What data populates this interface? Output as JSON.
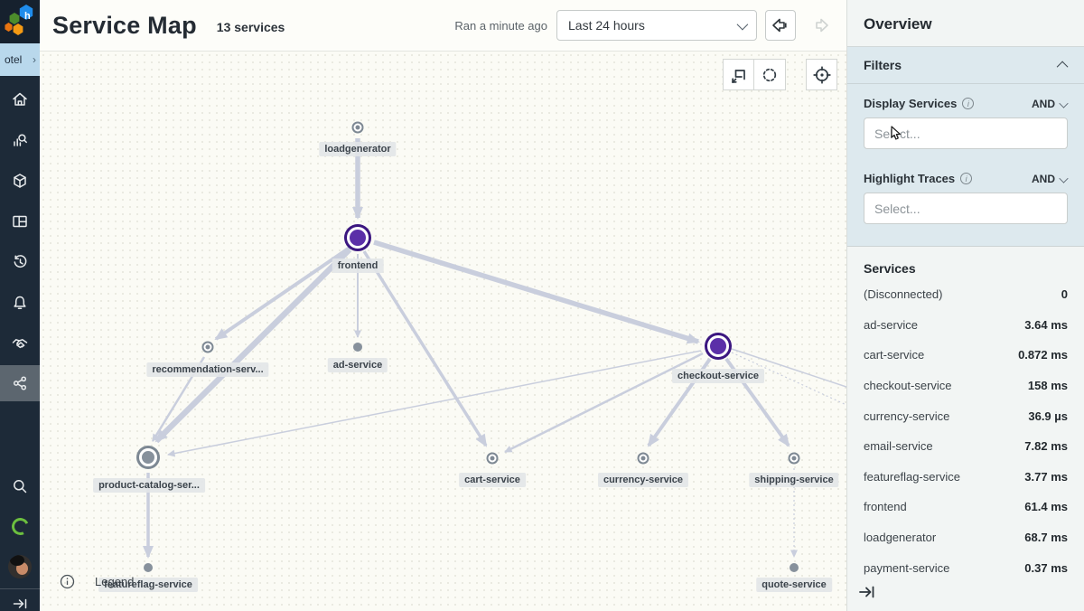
{
  "header": {
    "title": "Service Map",
    "services_count": "13 services",
    "ran_text": "Ran a minute ago",
    "time_range": "Last 24 hours"
  },
  "sidebar": {
    "team": "otel",
    "icons": [
      "home-icon",
      "query-icon",
      "packages-icon",
      "boards-icon",
      "history-icon",
      "alerts-icon",
      "teams-icon",
      "service-map-icon",
      "search-icon",
      "status-ring-icon",
      "avatar",
      "collapse-icon"
    ]
  },
  "map_toolbar": {
    "icons": [
      "fit-view-icon",
      "lasso-select-icon",
      "recenter-icon"
    ]
  },
  "map": {
    "legend_label": "Legend",
    "nodes": [
      {
        "label": "loadgenerator",
        "type": "small-ringed"
      },
      {
        "label": "frontend",
        "type": "large-purple"
      },
      {
        "label": "recommendation-serv...",
        "type": "small-ringed"
      },
      {
        "label": "ad-service",
        "type": "dot"
      },
      {
        "label": "checkout-service",
        "type": "large-purple"
      },
      {
        "label": "product-catalog-ser...",
        "type": "large-gray"
      },
      {
        "label": "cart-service",
        "type": "small-ringed"
      },
      {
        "label": "currency-service",
        "type": "small-ringed"
      },
      {
        "label": "shipping-service",
        "type": "small-ringed"
      },
      {
        "label": "featureflag-service",
        "type": "dot"
      },
      {
        "label": "quote-service",
        "type": "dot"
      }
    ]
  },
  "panel": {
    "title": "Overview",
    "filters_title": "Filters",
    "display_services_label": "Display Services",
    "highlight_traces_label": "Highlight Traces",
    "and_label": "AND",
    "select_placeholder": "Select...",
    "services_title": "Services",
    "rows": [
      {
        "name": "(Disconnected)",
        "value": "0"
      },
      {
        "name": "ad-service",
        "value": "3.64 ms"
      },
      {
        "name": "cart-service",
        "value": "0.872 ms"
      },
      {
        "name": "checkout-service",
        "value": "158 ms"
      },
      {
        "name": "currency-service",
        "value": "36.9 µs"
      },
      {
        "name": "email-service",
        "value": "7.82 ms"
      },
      {
        "name": "featureflag-service",
        "value": "3.77 ms"
      },
      {
        "name": "frontend",
        "value": "61.4 ms"
      },
      {
        "name": "loadgenerator",
        "value": "68.7 ms"
      },
      {
        "name": "payment-service",
        "value": "0.37 ms"
      }
    ]
  },
  "colors": {
    "purple_node": "#5b2fa8",
    "gray_node": "#87919c",
    "edge": "#c9cedd",
    "sidebar_bg": "#1d2a38",
    "team_tab_bg": "#b9d8ec",
    "filters_bg": "#dde9ee"
  }
}
